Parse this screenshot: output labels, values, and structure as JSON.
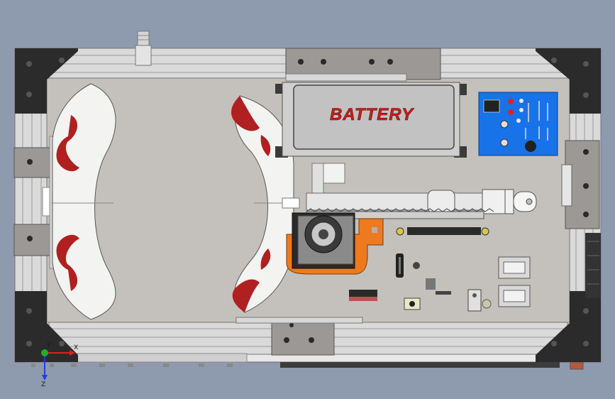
{
  "battery": {
    "label": "BATTERY"
  },
  "axes": {
    "x_label": "X",
    "y_label": "Y",
    "z_label": "Z"
  },
  "colors": {
    "background": "#8e9aae",
    "plate": "#c4c1bc",
    "aluminum": "#dedede",
    "corner_bracket": "#2b2b2b",
    "motor_mount": "#9b9896",
    "battery_text": "#d01c1c",
    "pcb": "#1873e8",
    "accent_red": "#b02020",
    "orange_mount": "#ee7a1f",
    "axis_x": "#e02020",
    "axis_y": "#20b020",
    "axis_z": "#2040e0"
  },
  "components": [
    {
      "name": "left-gripper-jaw"
    },
    {
      "name": "right-gripper-jaw"
    },
    {
      "name": "battery-pack"
    },
    {
      "name": "control-board"
    },
    {
      "name": "linear-actuator"
    },
    {
      "name": "rack-and-pinion"
    },
    {
      "name": "stepper-motor"
    },
    {
      "name": "raspberry-pi-board"
    },
    {
      "name": "usb-ports"
    },
    {
      "name": "cooling-fan"
    },
    {
      "name": "pneumatic-fitting"
    }
  ]
}
